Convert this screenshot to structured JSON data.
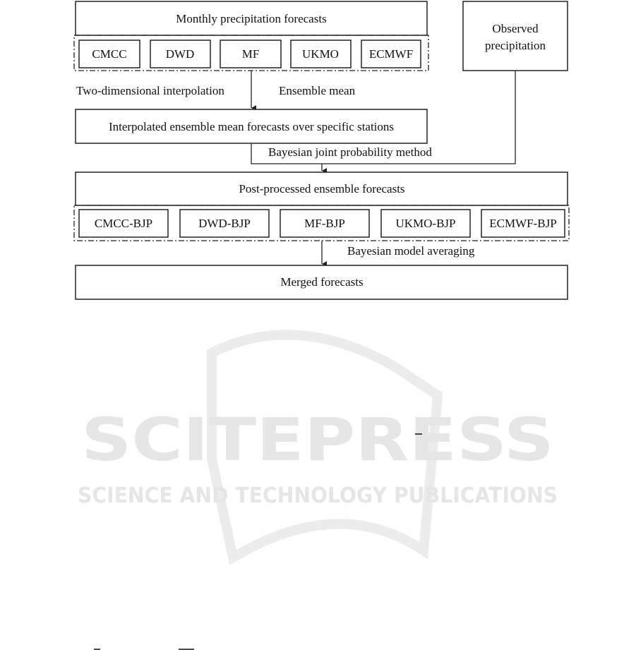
{
  "diagram": {
    "top_box": "Monthly precipitation forecasts",
    "models": [
      "CMCC",
      "DWD",
      "MF",
      "UKMO",
      "ECMWF"
    ],
    "observed": [
      "Observed",
      "precipitation"
    ],
    "label_interp": "Two-dimensional interpolation",
    "label_mean": "Ensemble mean",
    "interp_box": "Interpolated ensemble mean forecasts over specific stations",
    "label_bjp": "Bayesian joint probability method",
    "post_box": "Post-processed ensemble forecasts",
    "bjp_models": [
      "CMCC-BJP",
      "DWD-BJP",
      "MF-BJP",
      "UKMO-BJP",
      "ECMWF-BJP"
    ],
    "label_bma": "Bayesian model averaging",
    "merged_box": "Merged forecasts"
  },
  "watermark": {
    "main": "SCITEPRESS",
    "sub": "SCIENCE AND TECHNOLOGY PUBLICATIONS"
  }
}
